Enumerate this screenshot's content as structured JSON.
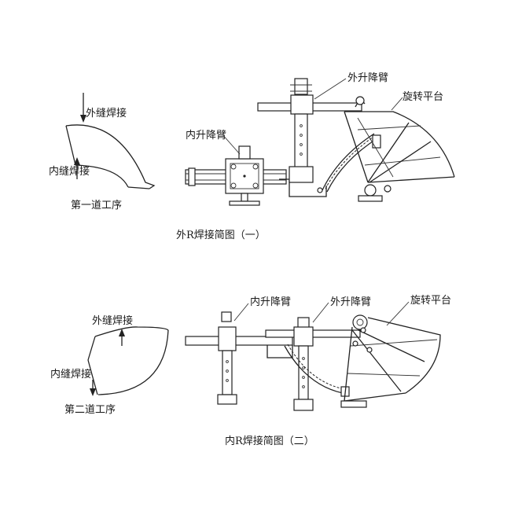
{
  "diagram_one": {
    "step_outer_weld": "外缝焊接",
    "step_inner_weld": "内缝焊接",
    "step_title": "第一道工序",
    "label_outer_arm": "外升降臂",
    "label_inner_arm": "内升降臂",
    "label_platform": "旋转平台",
    "caption": "外R焊接简图（一）"
  },
  "diagram_two": {
    "step_outer_weld": "外缝焊接",
    "step_inner_weld": "内缝焊接",
    "step_title": "第二道工序",
    "label_inner_arm": "内升降臂",
    "label_outer_arm": "外升降臂",
    "label_platform": "旋转平台",
    "caption": "内R焊接简图（二）"
  }
}
